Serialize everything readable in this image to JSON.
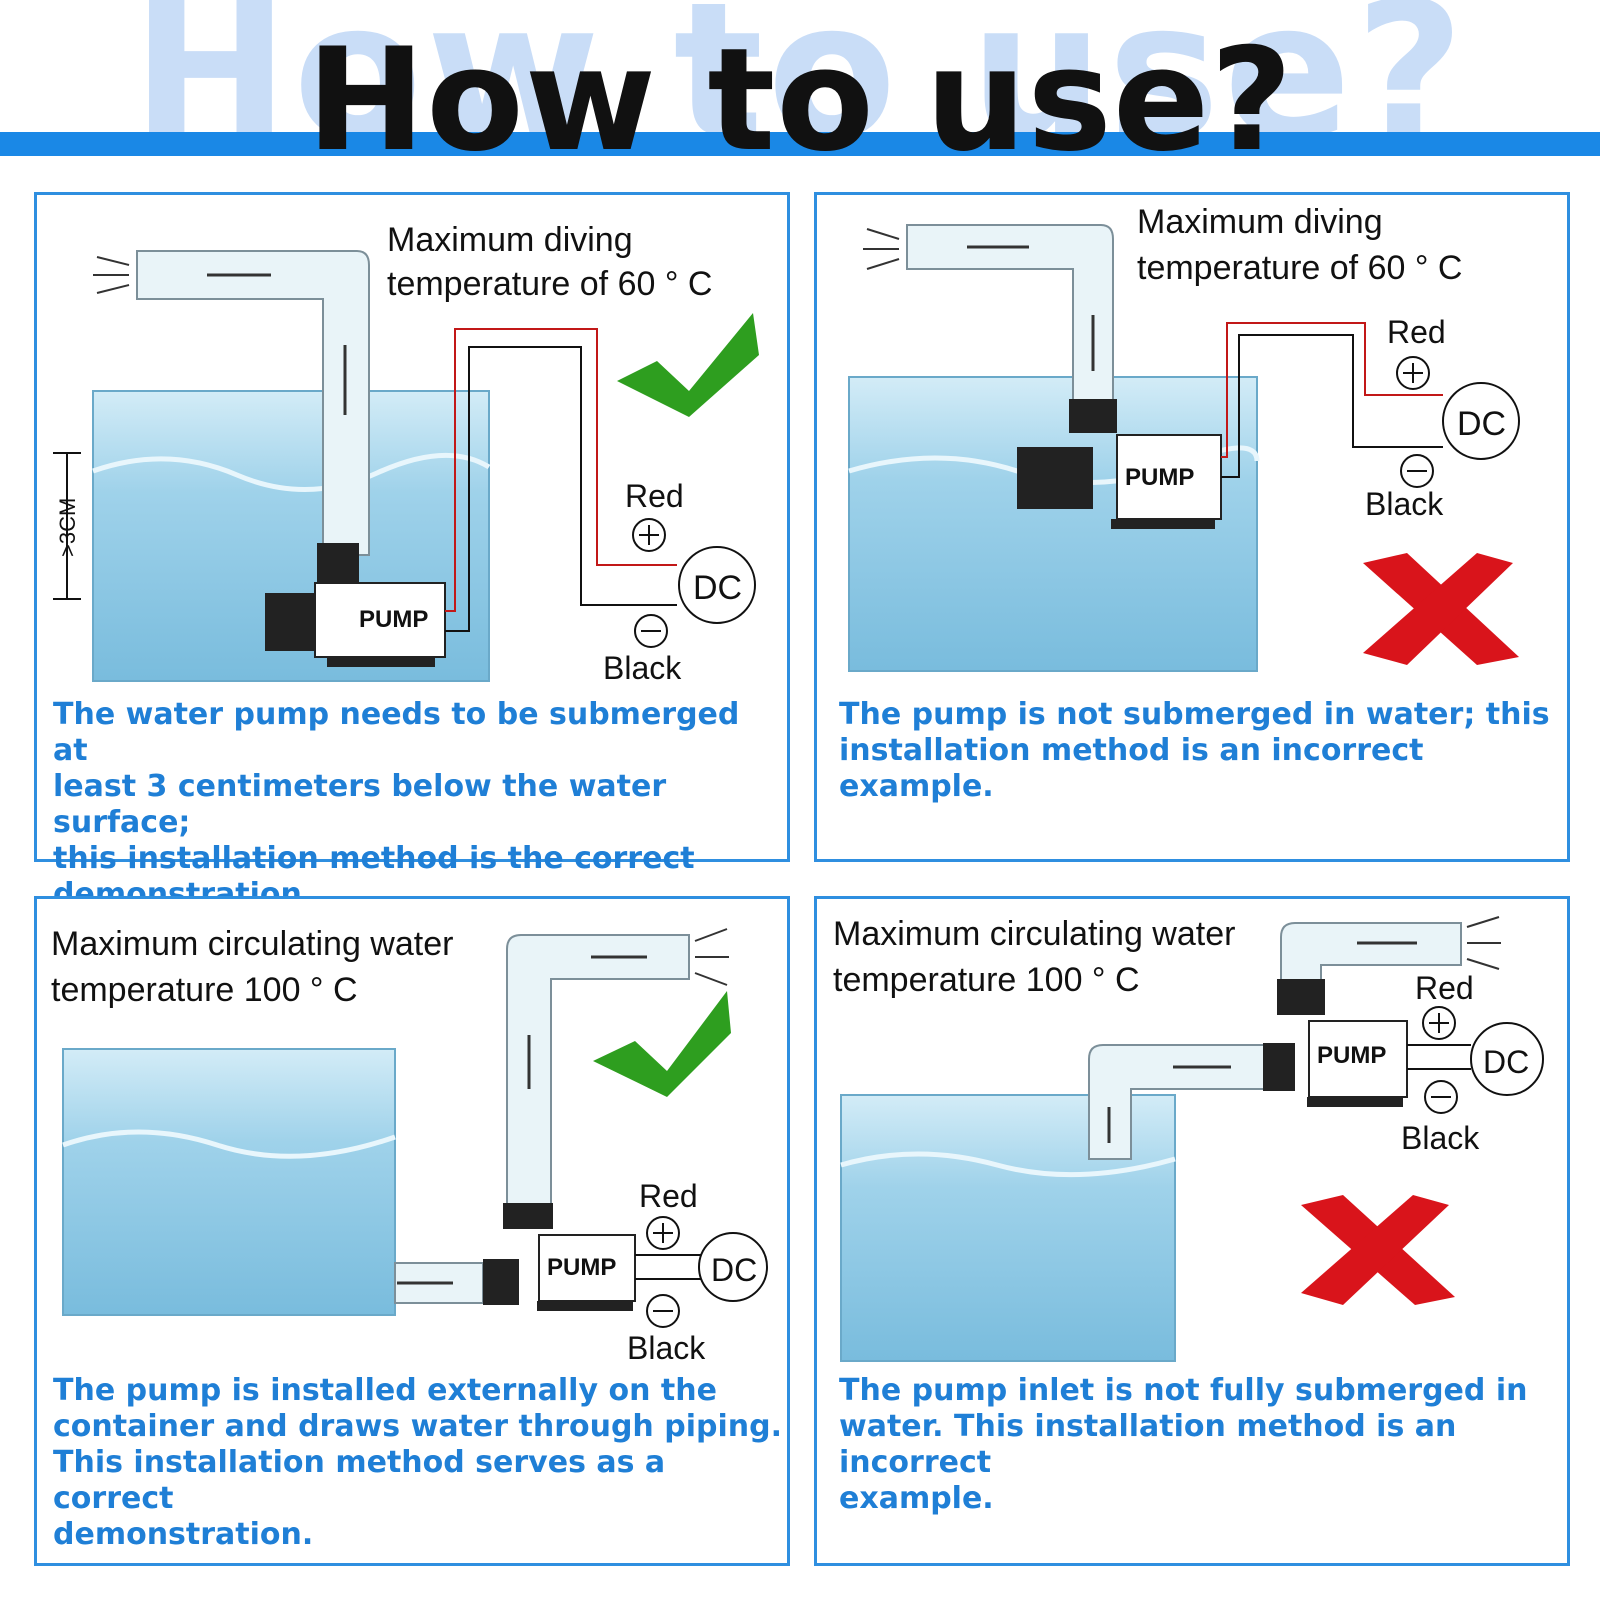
{
  "title": "How to use?",
  "title_ghost": "How to use?",
  "colors": {
    "accent": "#1a88e6",
    "caption": "#1f7fd6",
    "check": "#2e9e1f",
    "cross": "#d9141b",
    "water": "#8ec8e4"
  },
  "panels": [
    {
      "status": "check-icon",
      "temp_line1": "Maximum diving",
      "temp_line2": "temperature of 60 ° C",
      "red_label": "Red",
      "black_label": "Black",
      "dc_label": "DC",
      "pump_label": "PUMP",
      "depth_label": ">3CM",
      "caption_lines": [
        "The water pump needs to be submerged at",
        "least 3 centimeters below the water surface;",
        "this installation method is the correct",
        "demonstration."
      ]
    },
    {
      "status": "cross-icon",
      "temp_line1": "Maximum diving",
      "temp_line2": "temperature of 60 ° C",
      "red_label": "Red",
      "black_label": "Black",
      "dc_label": "DC",
      "pump_label": "PUMP",
      "caption_lines": [
        "The pump is not submerged in water; this",
        "installation method is an incorrect example."
      ]
    },
    {
      "status": "check-icon",
      "temp_line1": "Maximum circulating water",
      "temp_line2": "temperature 100 ° C",
      "red_label": "Red",
      "black_label": "Black",
      "dc_label": "DC",
      "pump_label": "PUMP",
      "caption_lines": [
        "The pump is installed externally on the",
        "container and draws water through piping.",
        "This installation method serves as a correct",
        "demonstration."
      ]
    },
    {
      "status": "cross-icon",
      "temp_line1": "Maximum circulating water",
      "temp_line2": "temperature 100 ° C",
      "red_label": "Red",
      "black_label": "Black",
      "dc_label": "DC",
      "pump_label": "PUMP",
      "caption_lines": [
        "The pump inlet is not fully submerged in",
        "water. This installation method is an incorrect",
        "example."
      ]
    }
  ]
}
